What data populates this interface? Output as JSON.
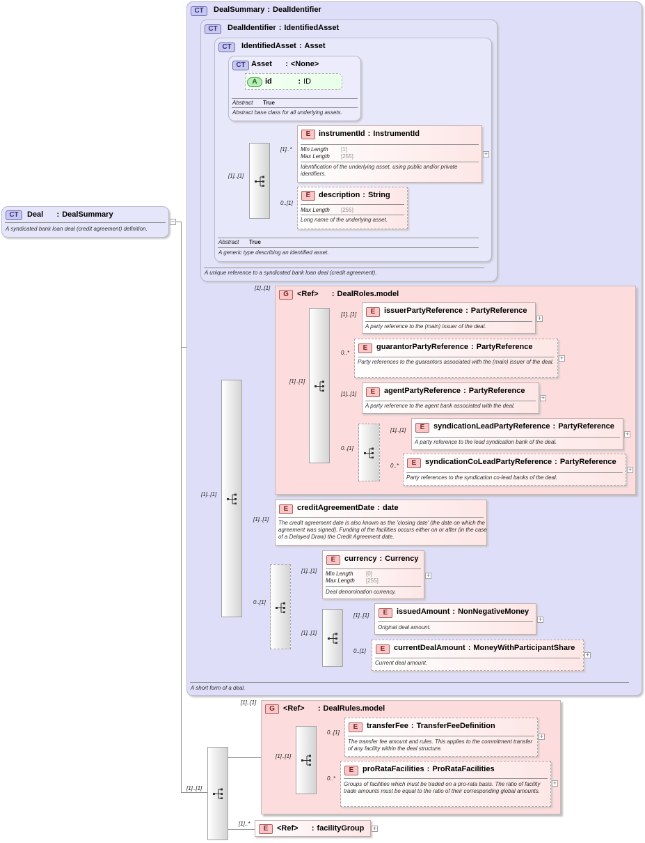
{
  "nodes": {
    "deal": {
      "badge": "CT",
      "name": "Deal",
      "type": "DealSummary",
      "desc": "A syndicated bank loan deal (credit agreement) definition."
    },
    "dealSummary": {
      "badge": "CT",
      "name": "DealSummary",
      "type": "DealIdentifier",
      "desc": "A short form of a deal."
    },
    "dealIdentifier": {
      "badge": "CT",
      "name": "DealIdentifier",
      "type": "IdentifiedAsset",
      "desc": "A unique reference to a syndicated bank loan deal (credit agreement)."
    },
    "identifiedAsset": {
      "badge": "CT",
      "name": "IdentifiedAsset",
      "type": "Asset",
      "abstract_label": "Abstract",
      "abstract_value": "True",
      "desc": "A generic type describing an identified asset."
    },
    "asset": {
      "badge": "CT",
      "name": "Asset",
      "type": "<None>",
      "abstract_label": "Abstract",
      "abstract_value": "True",
      "desc": "Abstract base class for all underlying assets."
    },
    "id": {
      "badge": "A",
      "name": "id",
      "type": "ID"
    },
    "instrumentId": {
      "badge": "E",
      "name": "instrumentId",
      "type": "InstrumentId",
      "min_label": "Min Length",
      "min_value": "[1]",
      "max_label": "Max Length",
      "max_value": "[255]",
      "desc": "Identification of the underlying asset, using public and/or private identifiers."
    },
    "description": {
      "badge": "E",
      "name": "description",
      "type": "String",
      "max_label": "Max Length",
      "max_value": "[255]",
      "desc": "Long name of the underlying asset."
    },
    "dealRoles": {
      "badge": "G",
      "name": "<Ref>",
      "type": "DealRoles.model"
    },
    "issuerParty": {
      "badge": "E",
      "name": "issuerPartyReference",
      "type": "PartyReference",
      "desc": "A party reference to the (main) issuer of the deal."
    },
    "guarantorParty": {
      "badge": "E",
      "name": "guarantorPartyReference",
      "type": "PartyReference",
      "desc": "Party references to the guarantors associated with the (main) issuer of the deal."
    },
    "agentParty": {
      "badge": "E",
      "name": "agentPartyReference",
      "type": "PartyReference",
      "desc": "A party reference to the agent bank associated with the deal."
    },
    "syndLead": {
      "badge": "E",
      "name": "syndicationLeadPartyReference",
      "type": "PartyReference",
      "desc": "A party reference to the lead syndication bank of the deal."
    },
    "syndCoLead": {
      "badge": "E",
      "name": "syndicationCoLeadPartyReference",
      "type": "PartyReference",
      "desc": "Party references to the syndication co-lead banks of the deal."
    },
    "creditAgreementDate": {
      "badge": "E",
      "name": "creditAgreementDate",
      "type": "date",
      "desc": "The credit agreement date is also known as the 'closing date' (the date on which the agreement was signed). Funding of the facilities occurs either on or after (in the case of a Delayed Draw) the Credit Agreement date."
    },
    "currency": {
      "badge": "E",
      "name": "currency",
      "type": "Currency",
      "min_label": "Min Length",
      "min_value": "[0]",
      "max_label": "Max Length",
      "max_value": "[255]",
      "desc": "Deal denomination currency."
    },
    "issuedAmount": {
      "badge": "E",
      "name": "issuedAmount",
      "type": "NonNegativeMoney",
      "desc": "Original deal amount."
    },
    "currentDealAmount": {
      "badge": "E",
      "name": "currentDealAmount",
      "type": "MoneyWithParticipantShare",
      "desc": "Current deal amount."
    },
    "dealRules": {
      "badge": "G",
      "name": "<Ref>",
      "type": "DealRules.model"
    },
    "transferFee": {
      "badge": "E",
      "name": "transferFee",
      "type": "TransferFeeDefinition",
      "desc": "The transfer fee amount and rules. This applies to the commitment transfer of any facility within the deal structure."
    },
    "proRata": {
      "badge": "E",
      "name": "proRataFacilities",
      "type": "ProRataFacilities",
      "desc": "Groups of facilities which must be traded on a pro-rata basis. The ratio of facility trade amounts must be equal to the ratio of their corresponding global amounts."
    },
    "facilityGroup": {
      "badge": "E",
      "name": "<Ref>",
      "type": "facilityGroup"
    }
  },
  "cardinalities": {
    "instrumentId": "[1]..*",
    "description": "0..[1]",
    "seqAsset": "[1]..[1]",
    "dealRoles": "[1]..[1]",
    "issuer": "[1]..[1]",
    "guarantor": "0..*",
    "agent": "[1]..[1]",
    "choiceSynd": "0..[1]",
    "syndLead": "[1]..[1]",
    "syndCoLead": "0..*",
    "roleSeq": "[1]..[1]",
    "mainSeq": "[1]..[1]",
    "creditDate": "[1]..[1]",
    "amountChoice": "0..[1]",
    "currency": "[1]..[1]",
    "amountSeq": "[1]..[1]",
    "issued": "[1]..[1]",
    "current": "0..[1]",
    "dealRules": "[1]..[1]",
    "rulesSeq": "[1]..[1]",
    "transferFee": "0..[1]",
    "proRata": "0..*",
    "bottomSeq": "[1]..[1]",
    "facilityGroup": "[1]..*"
  },
  "colors": {
    "complexType": "#dedef8",
    "group": "#fcdcdc",
    "element": "#fde6e6",
    "attribute": "#e8ffe8"
  }
}
